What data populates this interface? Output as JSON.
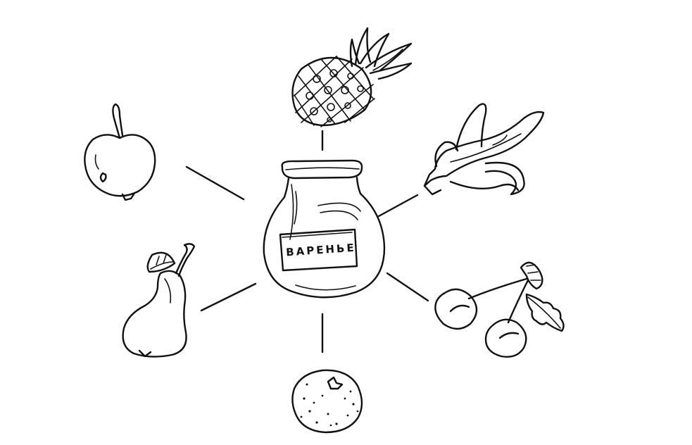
{
  "jar": {
    "label": "ВАРЕНЬЕ",
    "icon": "jam-jar-icon"
  },
  "fruits": [
    {
      "name": "pineapple",
      "icon": "pineapple-icon"
    },
    {
      "name": "banana",
      "icon": "banana-icon"
    },
    {
      "name": "cherry",
      "icon": "cherry-icon"
    },
    {
      "name": "orange",
      "icon": "orange-icon"
    },
    {
      "name": "pear",
      "icon": "pear-icon"
    },
    {
      "name": "apple",
      "icon": "apple-icon"
    }
  ],
  "colors": {
    "ink": "#111111",
    "background": "#ffffff"
  }
}
